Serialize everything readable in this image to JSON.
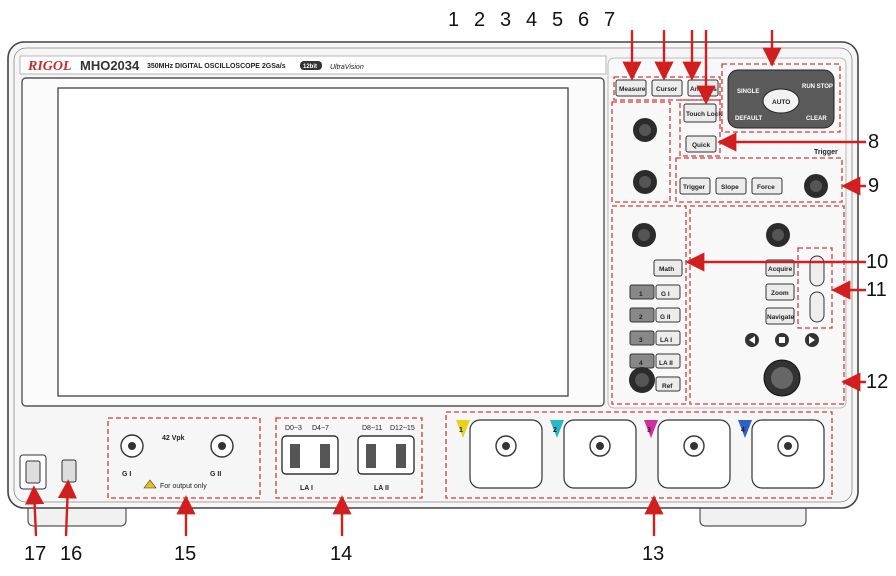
{
  "front_panel": {
    "brand": "RIGOL",
    "model": "MHO2034",
    "specs": "350MHz  DIGITAL OSCILLOSCOPE  2GSa/s",
    "bit_badge": "12bit",
    "ultravision": "UltraVision"
  },
  "buttons": {
    "measure": "Measure",
    "cursor": "Cursor",
    "analysis": "Analysis",
    "touch_lock": "Touch Lock",
    "quick": "Quick",
    "single": "SINGLE",
    "auto": "AUTO",
    "run_stop": "RUN STOP",
    "default": "DEFAULT",
    "clear": "CLEAR",
    "trigger": "Trigger",
    "slope": "Slope",
    "force": "Force",
    "math": "Math",
    "g1": "G I",
    "g2": "G II",
    "la1": "LA I",
    "la2": "LA II",
    "ref": "Ref",
    "ch1": "1",
    "ch2": "2",
    "ch3": "3",
    "ch4": "4",
    "acquire": "Acquire",
    "zoom": "Zoom",
    "navigate": "Navigate"
  },
  "panel_labels": {
    "trigger_title": "Trigger",
    "gen_voltage": "42 Vpk",
    "gen1": "G I",
    "gen2": "G II",
    "gen_note": "For output only",
    "la1": "LA I",
    "la2": "LA II",
    "la_d0_3": "D0~3",
    "la_d4_7": "D4~7",
    "la_d8_11": "D8~11",
    "la_d12_15": "D12~15",
    "ch1": "1",
    "ch2": "2",
    "ch3": "3",
    "ch4": "4"
  },
  "callouts": {
    "top": [
      "1",
      "2",
      "3",
      "4",
      "5",
      "6",
      "7"
    ],
    "n8": "8",
    "n9": "9",
    "n10": "10",
    "n11": "11",
    "n12": "12",
    "n13": "13",
    "n14": "14",
    "n15": "15",
    "n16": "16",
    "n17": "17"
  },
  "colors": {
    "arrow": "#d11f1f",
    "dashed_frame": "#d23b3b",
    "brand": "#c8282c",
    "ch1": "#e8d21a",
    "ch2": "#27b7c8",
    "ch3": "#d0309f",
    "ch4": "#2f5fc8"
  }
}
